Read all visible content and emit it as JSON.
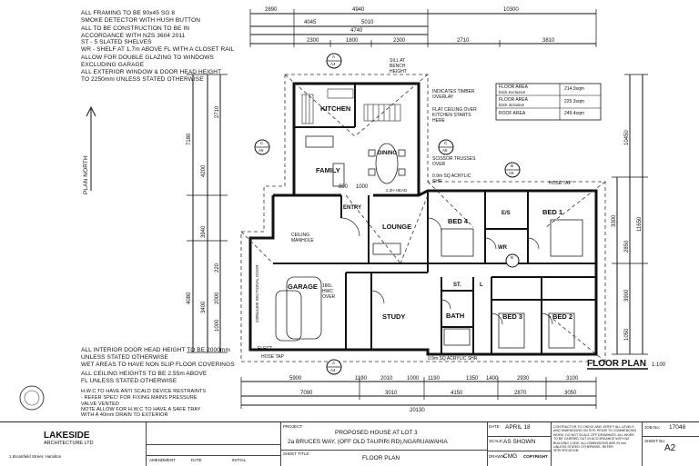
{
  "general_notes": [
    "ALL FRAMING TO BE 90x45 SG 8",
    "SMOKE DETECTOR WITH HUSH BUTTON",
    "ALL TO BE CONSTRUCTION TO BE IN ACCORDANCE WITH NZS 3604 2011",
    "ST - 5 SLATED SHELVES",
    "WR - SHELF AT 1.7m ABOVE FL WITH A CLOSET RAIL",
    "ALLOW FOR DOUBLE GLAZING TO WINDOWS EXCLUDING GARAGE",
    "ALL EXTERIOR WINDOW & DOOR HEAD HEIGHT TO 2250mm UNLESS STATED OTHERWISE"
  ],
  "bottom_notes": [
    "ALL INTERIOR DOOR HEAD HEIGHT TO BE 2000mm UNLESS STATED OTHERWISE",
    "WET AREAS TO HAVE NON SLIP FLOOR COVERINGS",
    "ALL CEILING HEIGHTS TO BE 2.55m ABOVE FL UNLESS STATED OTHERWISE",
    "H.W.C TO HAVE ANTI SCALD DEVICE RESTRAINTS - REFER SPEC! FOR FIXING MAINS PRESSURE VALVE VENTED",
    "NOTE ALLOW FOR H.W.C TO HAVE A SAFE TRAY WITH A 40mm DRAIN TO EXTERIOR"
  ],
  "plan_north": "PLAN NORTH",
  "areas": {
    "rows": [
      {
        "label": "FLOOR AREA",
        "sub": "brick exclusive",
        "value": "214.0sqm"
      },
      {
        "label": "FLOOR AREA",
        "sub": "brick inclusive",
        "value": "225.3sqm"
      },
      {
        "label": "ROOF AREA",
        "sub": "",
        "value": "249.4sqm"
      }
    ]
  },
  "rooms": {
    "kitchen": "KITCHEN",
    "family": "FAMILY",
    "dining": "DINING",
    "entry": "ENTRY",
    "lounge": "LOUNGE",
    "bed4": "BED 4",
    "bed1": "BED 1",
    "es": "E/S",
    "wr": "WR",
    "garage": "GARAGE",
    "study": "STUDY",
    "bath": "BATH",
    "bed3": "BED 3",
    "bed2": "BED 2",
    "st": "ST.",
    "l": "L"
  },
  "annotations": {
    "sill": "SILL AT BENCH HEIGHT",
    "timber": "INDICATES TIMBER OVERLAY",
    "flat_ceiling": "FLAT CEILING OVER KITCHEN STARTS HERE",
    "scissor": "SCISSOR TRUSSES OVER",
    "shr1": "0.9m SQ ACRYLIC SHR",
    "shr2": "0.9m SQ ACRYLIC SHR",
    "hose_tap_1": "HOSE TAP",
    "hose_tap_2": "HOSE TAP",
    "ceiling_manhole": "CEILING MANHOLE",
    "lintel": "180L HWC OVER",
    "elect": "ELECT.",
    "sectional_door": "2300x4400 SECTIONAL DOOR",
    "head_22": "2.2H HEAD",
    "w800": "800",
    "w1000": "1000"
  },
  "sections": [
    {
      "letter": "A",
      "sheet": "A4"
    },
    {
      "letter": "C",
      "sheet": "A5"
    },
    {
      "letter": "C",
      "sheet": "A5"
    },
    {
      "letter": "B",
      "sheet": "A5"
    },
    {
      "letter": "B",
      "sheet": "A5"
    },
    {
      "letter": "A",
      "sheet": "A4"
    }
  ],
  "top_dims": {
    "row1": [
      "2890",
      "4940",
      "10300"
    ],
    "row2": [
      "4045",
      "5010"
    ],
    "row3": [
      "4740"
    ],
    "row4": [
      "2300",
      "1800",
      "2300",
      "2710",
      "3810"
    ]
  },
  "bottom_dims": {
    "row1": [
      "5900",
      "1190",
      "2010",
      "1000",
      "1190",
      "1350",
      "1400",
      "2930",
      "3100"
    ],
    "row2": [
      "7090",
      "3010",
      "4150",
      "2870",
      "3050"
    ],
    "row3": [
      "20130"
    ]
  },
  "left_dims": [
    "7180",
    "4200",
    "2710",
    "3940",
    "4080",
    "3400",
    "220",
    "2000",
    "1000"
  ],
  "right_dims": [
    "10450",
    "3300",
    "2850",
    "3900",
    "1050",
    "11650"
  ],
  "floor_plan_title": "FLOOR PLAN",
  "floor_plan_scale": "1:100",
  "title_block": {
    "company": "LAKESIDE",
    "company_sub": "ARCHITECTURE LTD",
    "address": "1 Brookfield Street, Hamilton",
    "project_label": "PROJECT:",
    "project_line1": "PROPOSED HOUSE AT LOT 3",
    "project_line2": "2a BRUCES WAY, (OFF OLD TAUPIRI RD),NGARUAWAHIA",
    "sheet_title_label": "SHEET TITLE:",
    "sheet_title": "FLOOR PLAN",
    "date_label": "DATE:",
    "date": "APRIL 18",
    "scale_label": "SCALE:",
    "scale": "AS SHOWN",
    "drawn_label": "DRAWN:",
    "drawn": "CMG",
    "copyright": "COPYRIGHT",
    "disclaimer": "CONTRACTOR TO CHECK AND VERIFY ALL LEVELS AND DIMENSIONS ON SITE PRIOR TO COMMENCING WORK. DO NOT SCALE OFF DRAWINGS. ALL WORK TO BE CARRIED OUT IN ACCORDANCE WITH NZ BUILDING CODE. ALL DIMENSIONS ARE IN mm UNLESS STATED OTHERWISE. REFER SPECIFICATION.",
    "job_label": "JOB No:",
    "job_no": "17048",
    "sheet_no_label": "SHEET No:",
    "sheet_no": "A2",
    "amendment": "AMENDMENT",
    "date_col": "DATE",
    "initial_col": "INITIAL"
  }
}
